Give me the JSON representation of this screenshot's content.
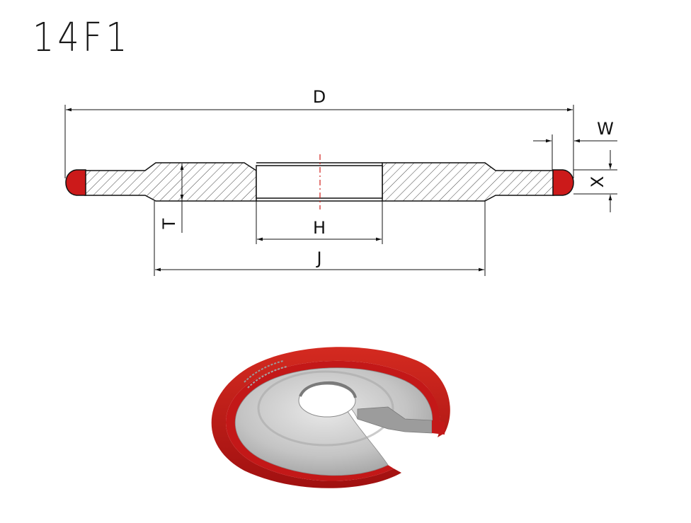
{
  "title": "14F1",
  "dimensions": {
    "D": "D",
    "W": "W",
    "X": "X",
    "T": "T",
    "H": "H",
    "J": "J"
  },
  "colors": {
    "abrasive_layer": "#cc1a1a",
    "line": "#111111",
    "hatch": "#333333",
    "center_line": "#d0201a",
    "body_metal": "#b8b8b8"
  }
}
